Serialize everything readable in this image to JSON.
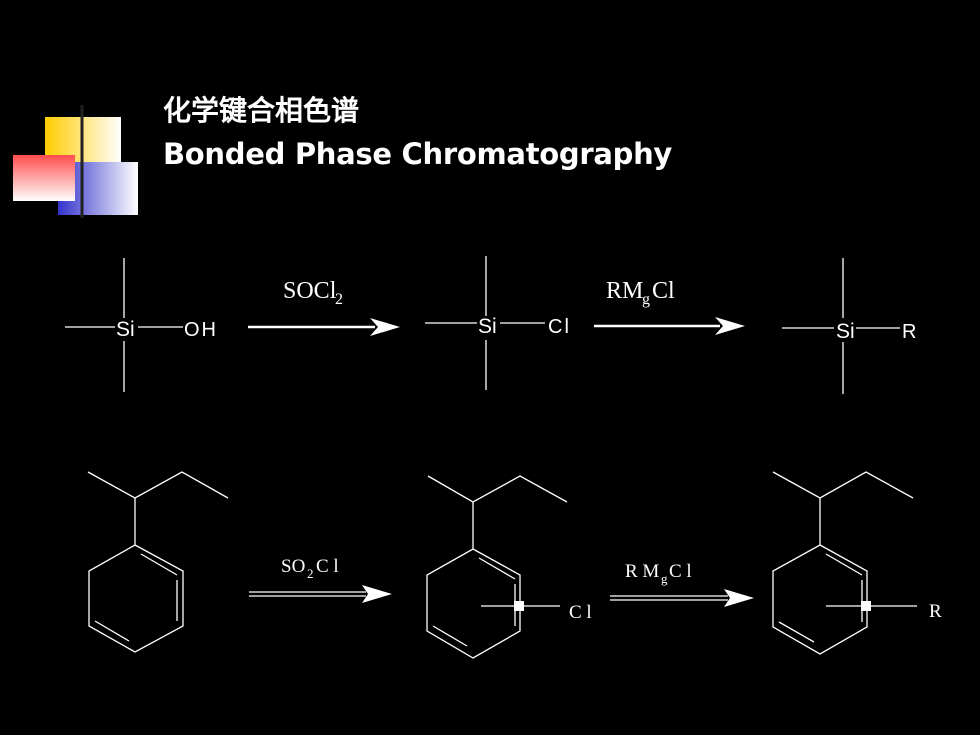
{
  "title": {
    "chinese": "化学键合相色谱",
    "english": "Bonded Phase Chromatography"
  },
  "top_scheme": {
    "reactant_atom": "Si",
    "reactant_group": "OH",
    "reagent_1": "SOCl",
    "reagent_1_sub": "2",
    "intermediate_atom": "Si",
    "intermediate_group": "Cl",
    "reagent_2_a": "RM",
    "reagent_2_sub": "g",
    "reagent_2_b": "Cl",
    "product_atom": "Si",
    "product_group": "R"
  },
  "bottom_scheme": {
    "reagent_1_a": "SO",
    "reagent_1_sub": "2",
    "reagent_1_b": "C l",
    "intermediate_group": "C l",
    "reagent_2_a": "R M",
    "reagent_2_sub": "g",
    "reagent_2_b": "C l",
    "product_group": "R"
  },
  "colors": {
    "background": "#000000",
    "foreground": "#ffffff",
    "deco_yellow": "#ffcc00",
    "deco_red": "#ff4d4d",
    "deco_blue": "#3333cc"
  }
}
